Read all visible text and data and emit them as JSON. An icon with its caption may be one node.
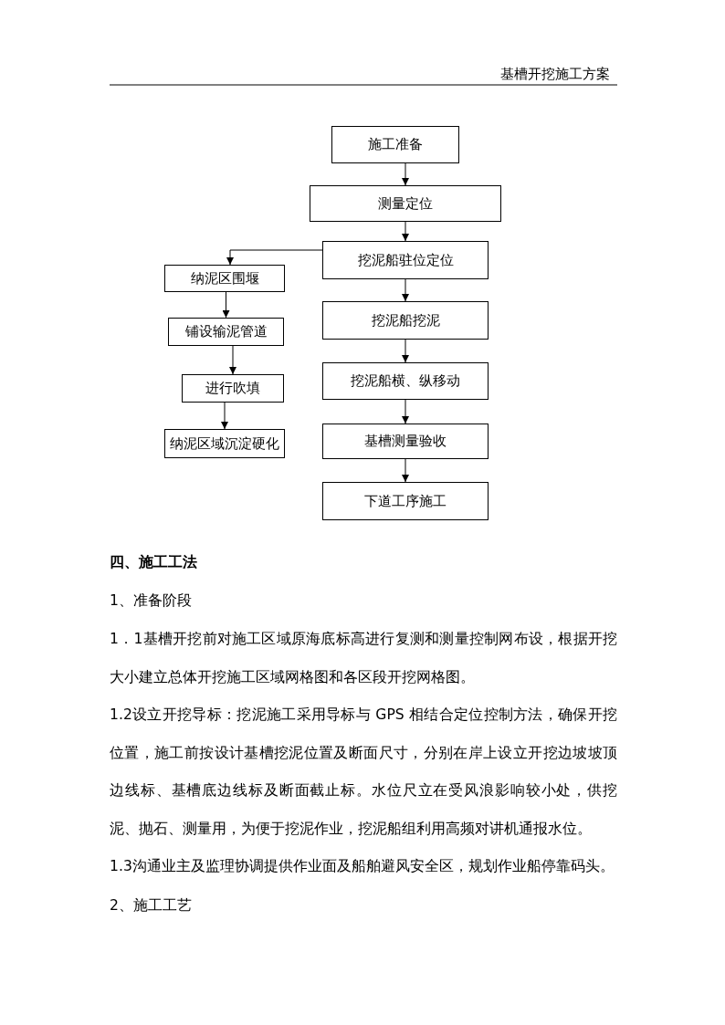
{
  "diagram": {
    "nodes": [
      {
        "text": [
          "施工准备"
        ]
      },
      {
        "text": [
          "测量定位"
        ]
      },
      {
        "text": [
          "挖泥船驻位定位"
        ]
      },
      {
        "text": [
          "纳泥区围堰"
        ]
      },
      {
        "text": [
          "铺设输泥管道"
        ]
      },
      {
        "text": [
          "进行吹填"
        ]
      },
      {
        "text": [
          "纳泥区域沉淀硬化"
        ]
      },
      {
        "text": [
          "挖泥船挖泥"
        ]
      },
      {
        "text": [
          "挖泥船横、纵移动"
        ]
      },
      {
        "text": [
          "基槽测量验收"
        ]
      },
      {
        "text": [
          "下道工序施工"
        ]
      }
    ],
    "edges": [
      {
        "from": 0,
        "to": 1,
        "arrow": "to"
      },
      {
        "from": 1,
        "to": 2,
        "arrow": "to"
      },
      {
        "from": 2,
        "to": 3,
        "arrow": "to"
      },
      {
        "from": 3,
        "to": 4,
        "arrow": "to"
      },
      {
        "from": 4,
        "to": 5,
        "arrow": "to"
      },
      {
        "from": 5,
        "to": 6,
        "arrow": "to"
      },
      {
        "from": 2,
        "to": 7,
        "arrow": "to"
      },
      {
        "from": 7,
        "to": 8,
        "arrow": "to"
      },
      {
        "from": 8,
        "to": 9,
        "arrow": "to"
      },
      {
        "from": 9,
        "to": 10,
        "arrow": "to"
      }
    ],
    "labels": [
      "基槽开挖施工方案",
      "四、施工工法",
      "1、准备阶段",
      "1．1基槽开挖前对施工区域原海底标高进行复测和测量控制网布设，根据开挖大小建立总体开挖施工区域网格图和各区段开挖网格图。",
      "1.2设立开挖导标：挖泥施工采用导标与 GPS 相结合定位控制方法，确保开挖位置，施工前按设计基槽挖泥位置及断面尺寸，分别在岸上设立开挖边坡坡顶边线标、基槽底边线标及断面截止标。水位尺立在受风浪影响较小处，供挖泥、抛石、测量用，为便于挖泥作业，挖泥船组利用高频对讲机通报水位。",
      "1.3沟通业主及监理协调提供作业面及船舶避风安全区，规划作业船停靠码头。",
      "2、施工工艺"
    ]
  }
}
